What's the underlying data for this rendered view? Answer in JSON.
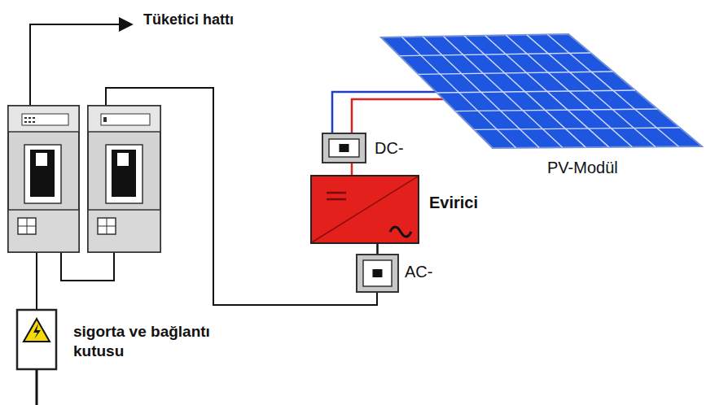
{
  "diagram": {
    "nodes": [
      {
        "text": [
          "DC-"
        ]
      },
      {
        "text": [
          "Evirici"
        ]
      },
      {
        "text": [
          "AC-"
        ]
      },
      {
        "text": [
          "PV-Modül"
        ]
      },
      {
        "text": [
          "sigorta ve bağlantı kutusu"
        ]
      }
    ],
    "edges": [
      {
        "from": 3,
        "to": 0,
        "arrow": "none"
      },
      {
        "from": 0,
        "to": 1,
        "arrow": "none"
      },
      {
        "from": 1,
        "to": 2,
        "arrow": "none"
      }
    ],
    "labels": [
      "Tüketici hattı"
    ]
  }
}
